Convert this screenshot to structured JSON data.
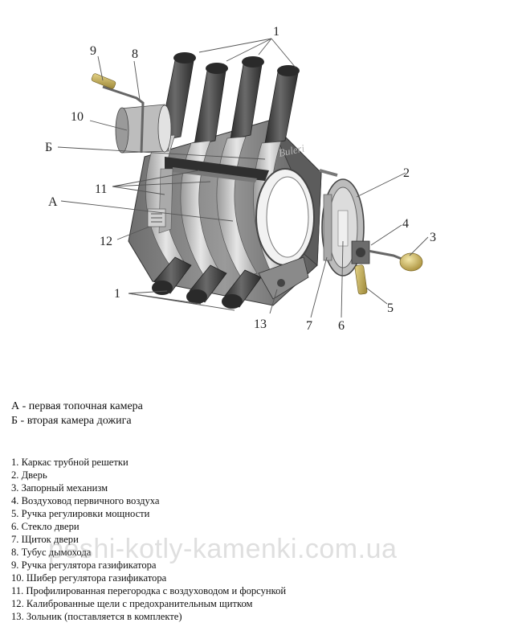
{
  "callouts": {
    "c1": "1",
    "c2": "2",
    "c3": "3",
    "c4": "4",
    "c5": "5",
    "c6": "6",
    "c7": "7",
    "c8": "8",
    "c9": "9",
    "c10": "10",
    "c11": "11",
    "c12": "12",
    "c13": "13",
    "ca": "А",
    "cb": "Б"
  },
  "legend_sections": [
    "А - первая топочная камера",
    "Б - вторая камера дожига"
  ],
  "legend_parts": [
    "1. Каркас трубной решетки",
    "2. Дверь",
    "3. Запорный механизм",
    "4. Воздуховод первичного воздуха",
    "5. Ручка регулировки мощности",
    "6. Стекло двери",
    "7. Щиток двери",
    "8. Тубус дымохода",
    "9. Ручка регулятора газификатора",
    "10. Шибер регулятора газификатора",
    "11. Профилированная перегородка с воздуховодом и форсункой",
    "12. Калиброванные щели с предохранительным щитком",
    "13. Зольник (поставляется в комплекте)"
  ],
  "watermark": "peshi-kotly-kamenki.com.ua",
  "colors": {
    "metal_dark": "#3a3a3a",
    "metal_mid": "#8c8c8c",
    "metal_light": "#d6d6d6",
    "handle_yellow": "#c9b45a"
  }
}
